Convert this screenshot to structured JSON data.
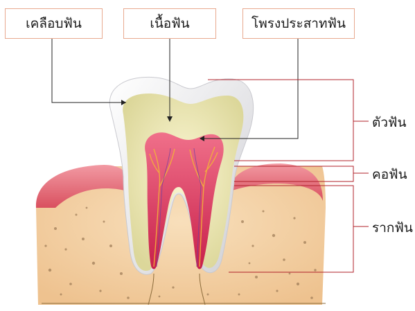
{
  "labels": {
    "enamel": "เคลือบฟัน",
    "dentin": "เนื้อฟัน",
    "pulp": "โพรงประสาทฟัน",
    "crown": "ตัวฟัน",
    "neck": "คอฟัน",
    "root": "รากฟัน"
  },
  "colors": {
    "label_border": "#e8a98f",
    "bracket_line": "#b0202a",
    "pointer_line": "#222222",
    "gum": "#e8737f",
    "bone": "#f3d2a6",
    "dentin": "#ede8b4",
    "enamel": "#eeeeee",
    "pulp": "#e0405f"
  }
}
